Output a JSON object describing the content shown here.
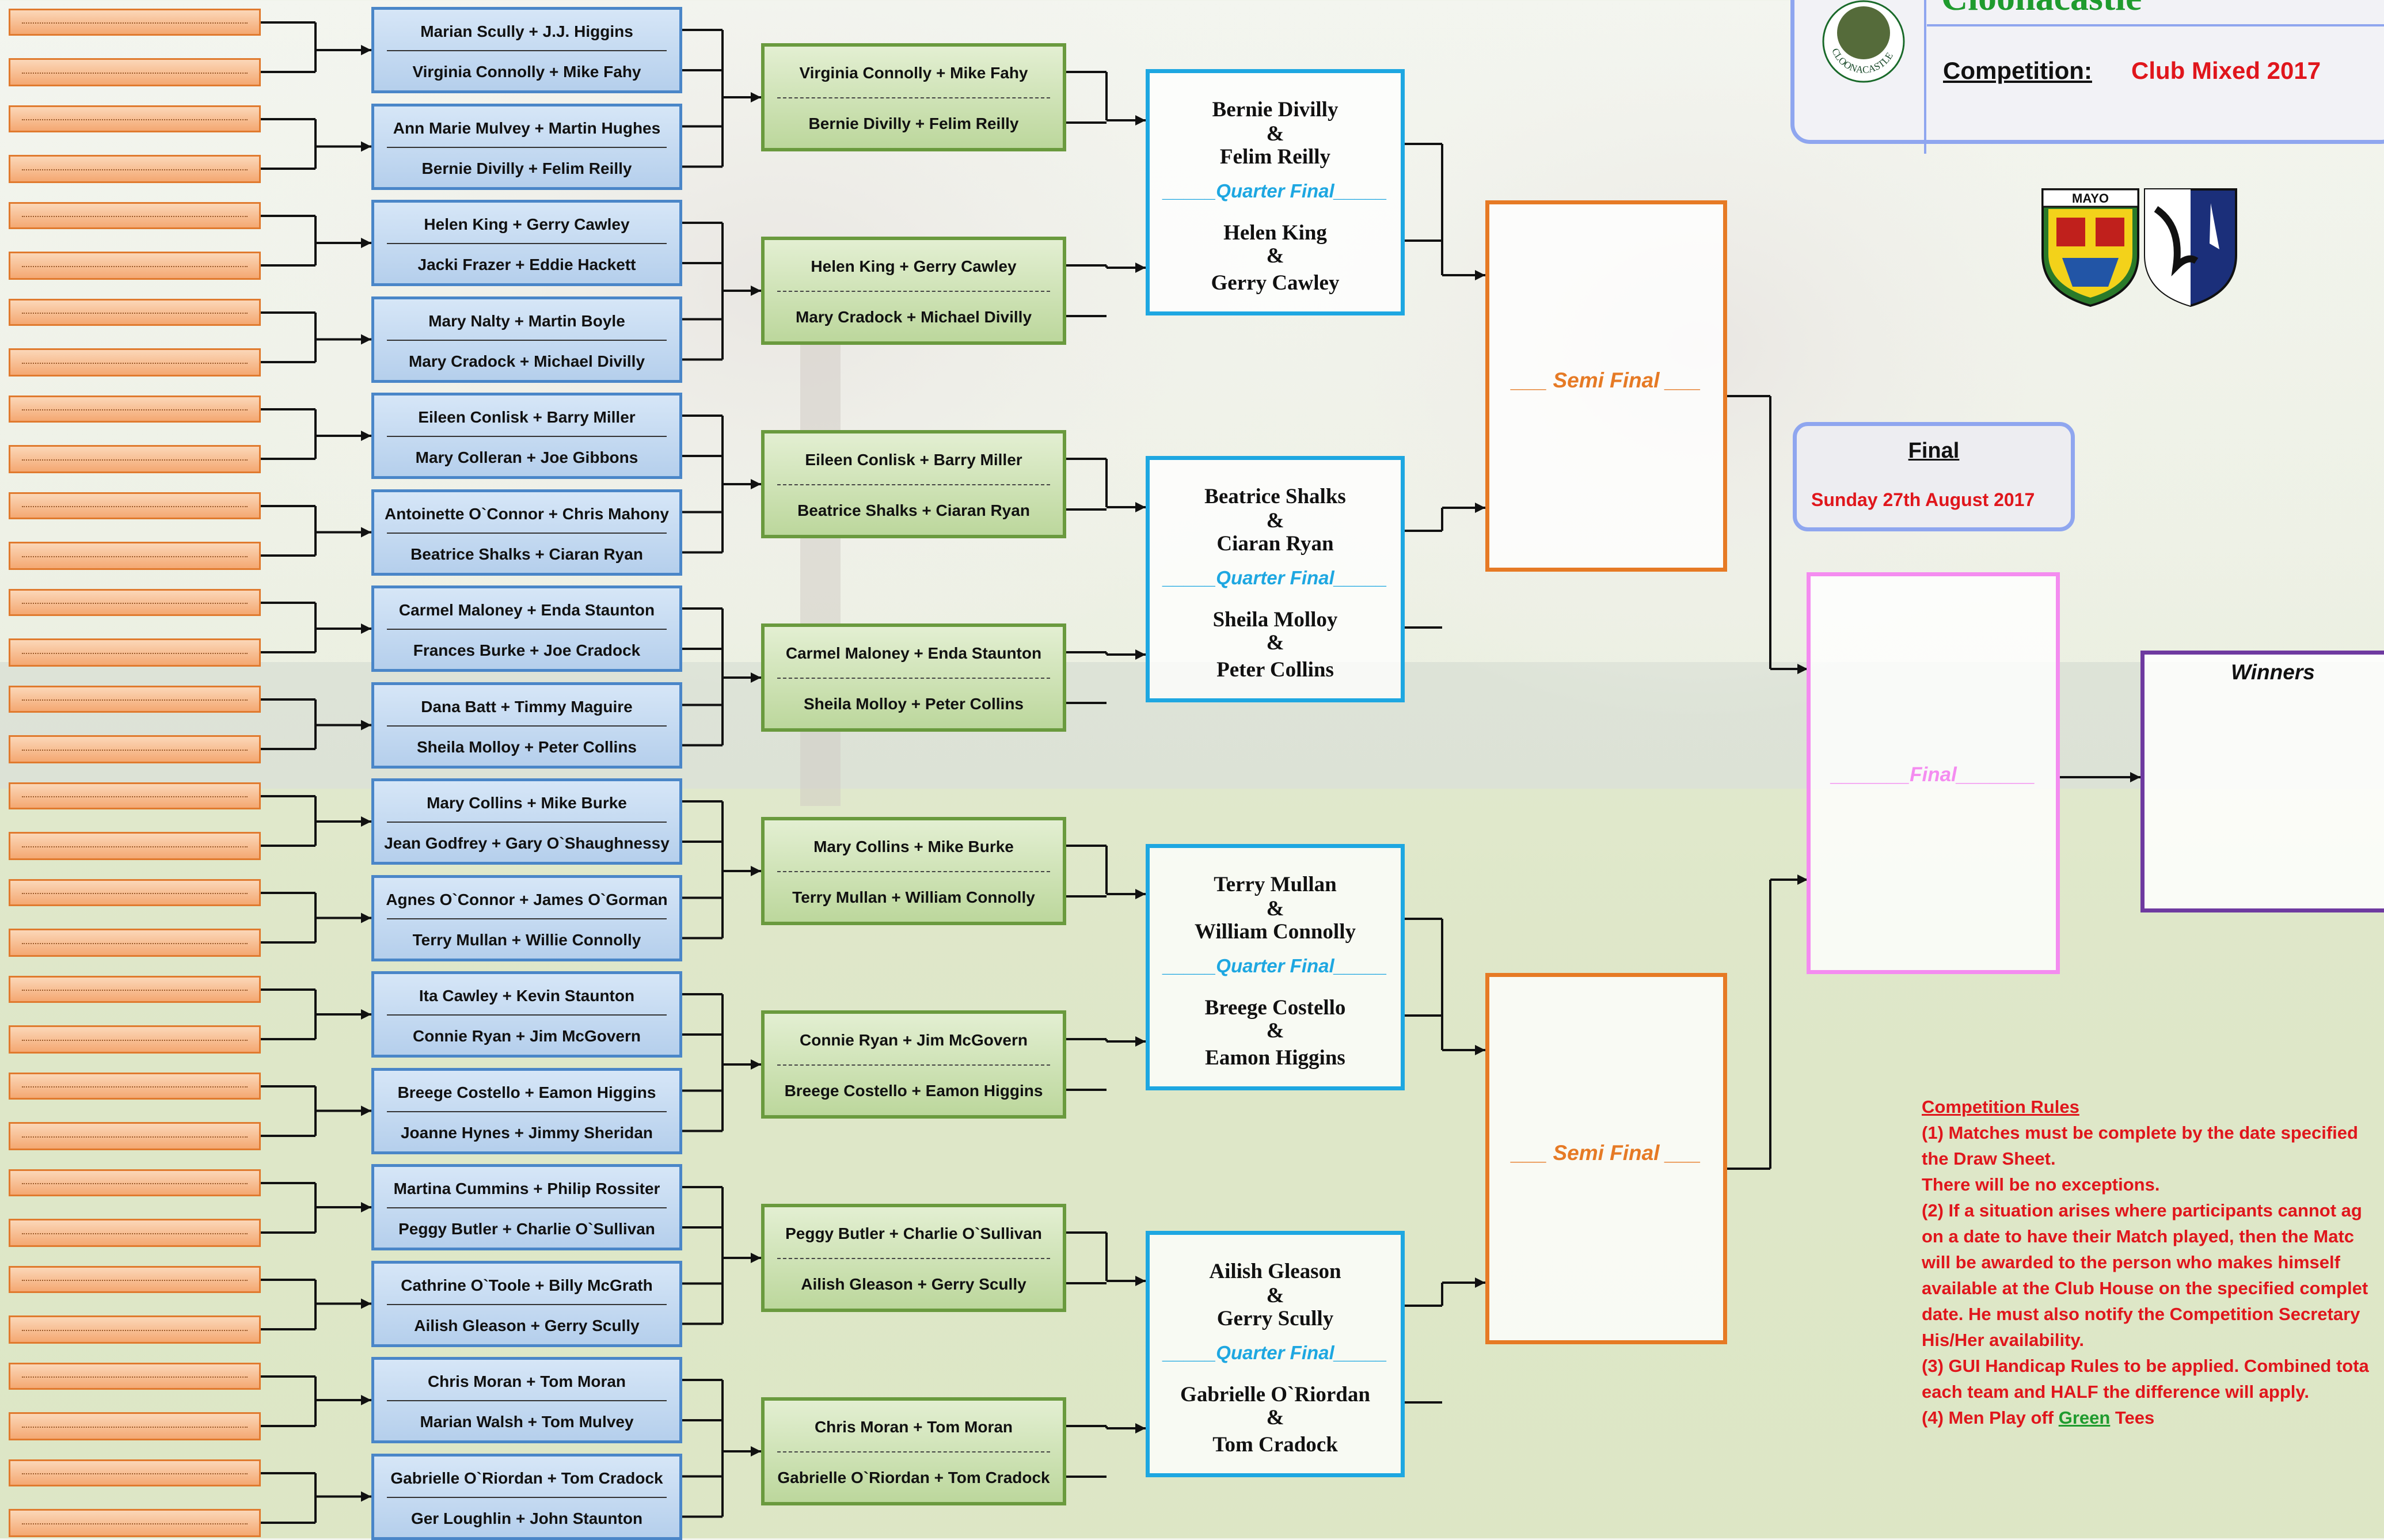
{
  "header": {
    "club_name": "Cloonacastle",
    "logo_ring_text": "CLOONACASTLE",
    "competition_label": "Competition:",
    "competition_value": "Club Mixed 2017"
  },
  "crests": {
    "mayo_label": "MAYO"
  },
  "round1": [
    [
      "Marian Scully + J.J. Higgins",
      "Virginia Connolly + Mike Fahy"
    ],
    [
      "Ann Marie Mulvey + Martin Hughes",
      "Bernie Divilly + Felim Reilly"
    ],
    [
      "Helen King + Gerry Cawley",
      "Jacki Frazer + Eddie Hackett"
    ],
    [
      "Mary Nalty + Martin Boyle",
      "Mary Cradock + Michael Divilly"
    ],
    [
      "Eileen Conlisk + Barry Miller",
      "Mary Colleran + Joe Gibbons"
    ],
    [
      "Antoinette O`Connor + Chris Mahony",
      "Beatrice Shalks + Ciaran Ryan"
    ],
    [
      "Carmel Maloney + Enda Staunton",
      "Frances Burke + Joe Cradock"
    ],
    [
      "Dana Batt + Timmy Maguire",
      "Sheila Molloy + Peter Collins"
    ],
    [
      "Mary Collins + Mike Burke",
      "Jean Godfrey + Gary O`Shaughnessy"
    ],
    [
      "Agnes O`Connor + James O`Gorman",
      "Terry Mullan + Willie Connolly"
    ],
    [
      "Ita Cawley + Kevin Staunton",
      "Connie Ryan + Jim McGovern"
    ],
    [
      "Breege Costello + Eamon Higgins",
      "Joanne Hynes + Jimmy Sheridan"
    ],
    [
      "Martina Cummins + Philip Rossiter",
      "Peggy Butler + Charlie O`Sullivan"
    ],
    [
      "Cathrine O`Toole + Billy McGrath",
      "Ailish Gleason + Gerry Scully"
    ],
    [
      "Chris Moran + Tom Moran",
      "Marian Walsh + Tom Mulvey"
    ],
    [
      "Gabrielle O`Riordan + Tom Cradock",
      "Ger Loughlin + John Staunton"
    ]
  ],
  "round2": [
    [
      "Virginia Connolly + Mike Fahy",
      "Bernie Divilly + Felim Reilly"
    ],
    [
      "Helen King + Gerry Cawley",
      "Mary Cradock + Michael Divilly"
    ],
    [
      "Eileen Conlisk + Barry Miller",
      "Beatrice Shalks + Ciaran Ryan"
    ],
    [
      "Carmel Maloney + Enda Staunton",
      "Sheila Molloy + Peter Collins"
    ],
    [
      "Mary Collins + Mike Burke",
      "Terry Mullan + William Connolly"
    ],
    [
      "Connie Ryan + Jim McGovern",
      "Breege Costello + Eamon Higgins"
    ],
    [
      "Peggy Butler + Charlie O`Sullivan",
      "Ailish Gleason + Gerry Scully"
    ],
    [
      "Chris Moran + Tom Moran",
      "Gabrielle O`Riordan + Tom Cradock"
    ]
  ],
  "quarter_finals": [
    {
      "a1": "Bernie Divilly",
      "a2": "Felim Reilly",
      "b1": "Helen King",
      "b2": "Gerry Cawley"
    },
    {
      "a1": "Beatrice Shalks",
      "a2": "Ciaran Ryan",
      "b1": "Sheila Molloy",
      "b2": "Peter Collins"
    },
    {
      "a1": "Terry Mullan",
      "a2": "William Connolly",
      "b1": "Breege Costello",
      "b2": "Eamon Higgins"
    },
    {
      "a1": "Ailish Gleason",
      "a2": "Gerry Scully",
      "b1": "Gabrielle O`Riordan",
      "b2": "Tom Cradock"
    }
  ],
  "labels": {
    "amp": "&",
    "quarter_final": "_____Quarter Final_____",
    "semi_final": "___ Semi Final  ___",
    "final_box": "_______Final_______",
    "winners": "Winners"
  },
  "final_info": {
    "title": "Final",
    "date": "Sunday 27th August 2017"
  },
  "rules": {
    "title": "Competition Rules",
    "lines": [
      "(1) Matches must be complete by the date specified",
      "the Draw Sheet.",
      "There will be no exceptions.",
      "(2) If a situation arises where participants cannot ag",
      "on a date to have their Match played, then the Matc",
      "will be awarded to the person who makes himself",
      "available at the Club House on the specified complet",
      "date. He must also notify the Competition Secretary",
      "His/Her availability.",
      "(3) GUI Handicap Rules to be applied. Combined tota",
      "each team and HALF the difference will apply."
    ],
    "last_pre": "(4) Men Play off ",
    "last_green": "Green",
    "last_post": " Tees"
  },
  "colors": {
    "round1_border": "#4a86c8",
    "round2_border": "#6a9a3e",
    "quarter_final": "#1ea7e1",
    "semi_final": "#e67a25",
    "final": "#f48cf0",
    "winners": "#6e3aa0",
    "rules_text": "#e0161c"
  }
}
